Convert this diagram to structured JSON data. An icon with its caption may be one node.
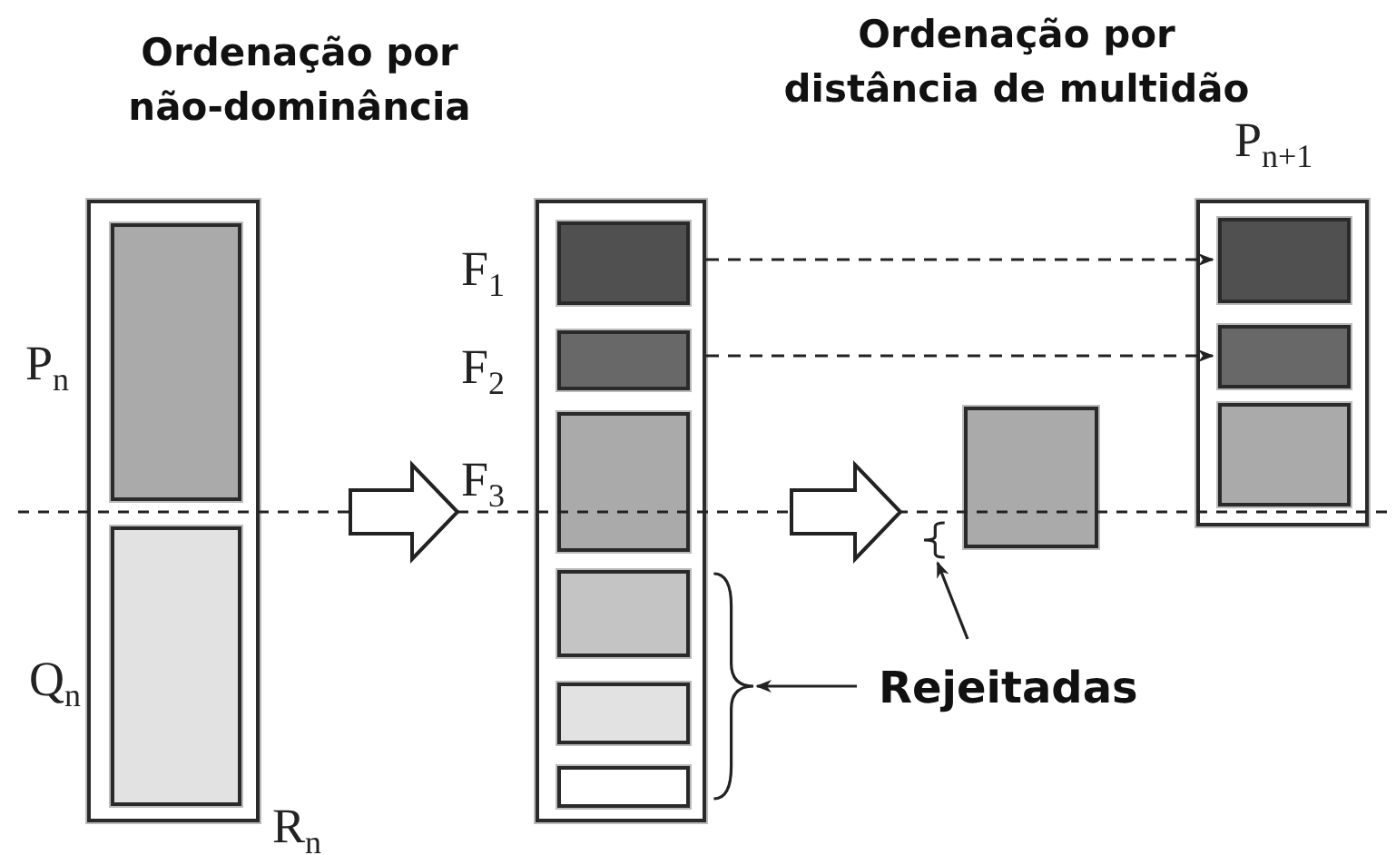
{
  "diagram": {
    "nodes": [
      {
        "text": [
          "R$_{n}$"
        ]
      },
      {
        "text": [
          "P$_{n}$"
        ],
        "in": 0
      },
      {
        "text": [
          "Q$_{n}$"
        ],
        "in": 0
      },
      {
        "text": [],
        "shape": "box"
      },
      {
        "text": [
          "F$_{1}$"
        ],
        "in": 3
      },
      {
        "text": [
          "F$_{2}$"
        ],
        "in": 3
      },
      {
        "text": [
          "F$_{3}$"
        ],
        "in": 3
      },
      {
        "text": [],
        "shape": "box",
        "in": 3
      },
      {
        "text": [],
        "shape": "box",
        "in": 3
      },
      {
        "text": [],
        "shape": "box",
        "in": 3
      },
      {
        "text": [],
        "shape": "box"
      },
      {
        "text": [
          "P$_{n+1}$"
        ]
      },
      {
        "text": [],
        "shape": "box",
        "in": 11
      },
      {
        "text": [],
        "shape": "box",
        "in": 11
      },
      {
        "text": [],
        "shape": "box",
        "in": 11
      },
      {
        "text": [
          "Rejeitadas"
        ]
      },
      {
        "text": [],
        "shape": "brace"
      },
      {
        "text": [],
        "shape": "brace"
      }
    ],
    "edges": [
      {
        "from": 0,
        "to": 3,
        "arrow": "to",
        "style": "thick"
      },
      {
        "from": 3,
        "to": 10,
        "arrow": "to",
        "style": "thick"
      },
      {
        "from": 4,
        "to": 12,
        "arrow": "to",
        "style": "dashed"
      },
      {
        "from": 5,
        "to": 13,
        "arrow": "to",
        "style": "dashed"
      },
      {
        "from": 15,
        "to": 16,
        "arrow": "to"
      },
      {
        "from": 15,
        "to": 17,
        "arrow": "to"
      }
    ],
    "labels": [
      "Ordenação por não-dominância",
      "Ordenação por distância de multidão"
    ]
  }
}
